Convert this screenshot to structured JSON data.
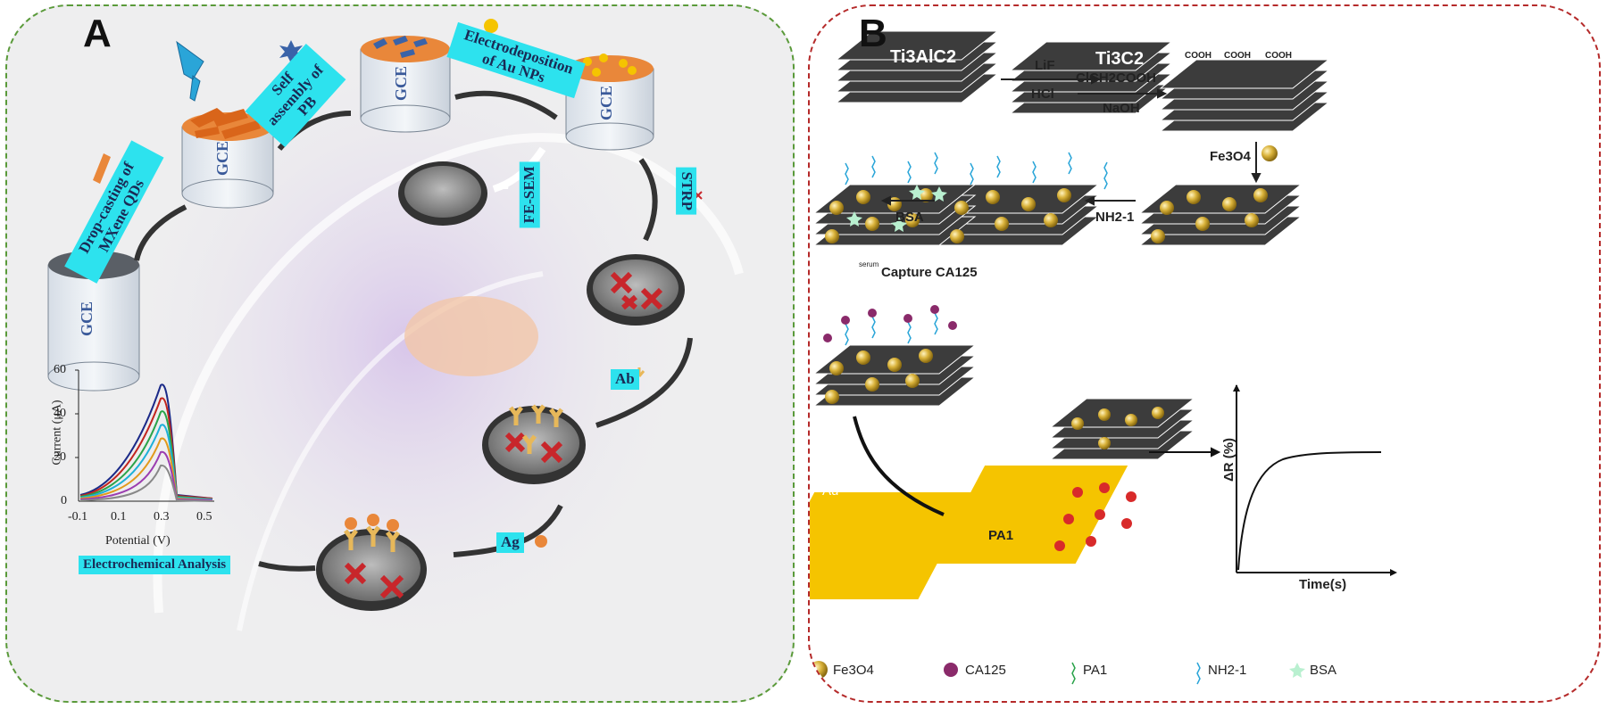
{
  "panel_a": {
    "label": "A",
    "electrode_label": "GCE",
    "step_dropcast": "Drop-casting of MXene QDs",
    "step_selfassembly": "Self assembly of PB",
    "step_electrodeposition": "Electrodeposition of Au NPs",
    "step_fesem": "FE-SEM",
    "step_strp": "STRP",
    "step_ab": "Ab",
    "step_ag": "Ag",
    "step_analysis": "Electrochemical Analysis",
    "plot": {
      "ylabel": "Current (μA)",
      "xlabel": "Potential (V)",
      "yticks": [
        "60",
        "40",
        "20",
        "0"
      ],
      "xticks": [
        "-0.1",
        "0.1",
        "0.3",
        "0.5"
      ]
    }
  },
  "panel_b": {
    "label": "B",
    "ti3alc2": "Ti3AlC2",
    "ti3c2": "Ti3C2",
    "lif": "LiF",
    "hcl": "HCl",
    "clch2cooh": "ClCH2COOH",
    "naoh": "NaOH",
    "cooh": "COOH",
    "fe3o4_step": "Fe3O4",
    "nh2_step": "NH2-1",
    "bsa_step": "BSA",
    "capture": "Capture CA125",
    "serum": "serum",
    "au": "Au",
    "pa1_step": "PA1",
    "chart": {
      "ylabel": "ΔR (%)",
      "xlabel": "Time(s)"
    },
    "legend": [
      {
        "symbol": "fe3o4",
        "label": "Fe3O4"
      },
      {
        "symbol": "ca125",
        "label": "CA125"
      },
      {
        "symbol": "pa1",
        "label": "PA1"
      },
      {
        "symbol": "nh2",
        "label": "NH2-1"
      },
      {
        "symbol": "bsa",
        "label": "BSA"
      }
    ]
  },
  "colors": {
    "cyan_label": "#2de2ee",
    "panel_a_border": "#5a9a3a",
    "panel_b_border": "#b52a2a",
    "gold": "#f5c400",
    "mxene_sheet": "#3c3c3c",
    "particle": "#d9b23a"
  }
}
